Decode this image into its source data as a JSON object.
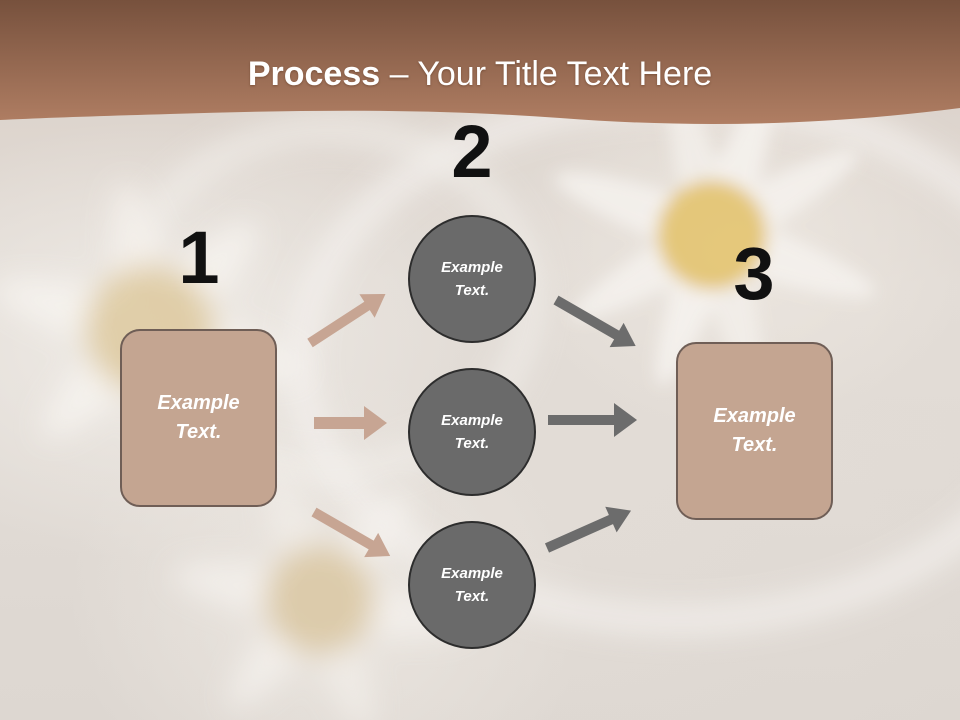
{
  "title": {
    "bold": "Process",
    "rest": " – Your Title Text Here"
  },
  "colors": {
    "header_dark": "#77513d",
    "header_light": "#b07e63",
    "box_fill": "#c4a591",
    "circle_fill": "#6a6a6a",
    "arrow_left": "#c7a593",
    "arrow_right": "#6c6c6c"
  },
  "steps": [
    {
      "number": "1",
      "label": "Example Text."
    },
    {
      "number": "2",
      "label": "Example Text."
    },
    {
      "number": "3",
      "label": "Example Text."
    }
  ],
  "circles": [
    {
      "label": "Example Text."
    },
    {
      "label": "Example Text."
    },
    {
      "label": "Example Text."
    }
  ]
}
